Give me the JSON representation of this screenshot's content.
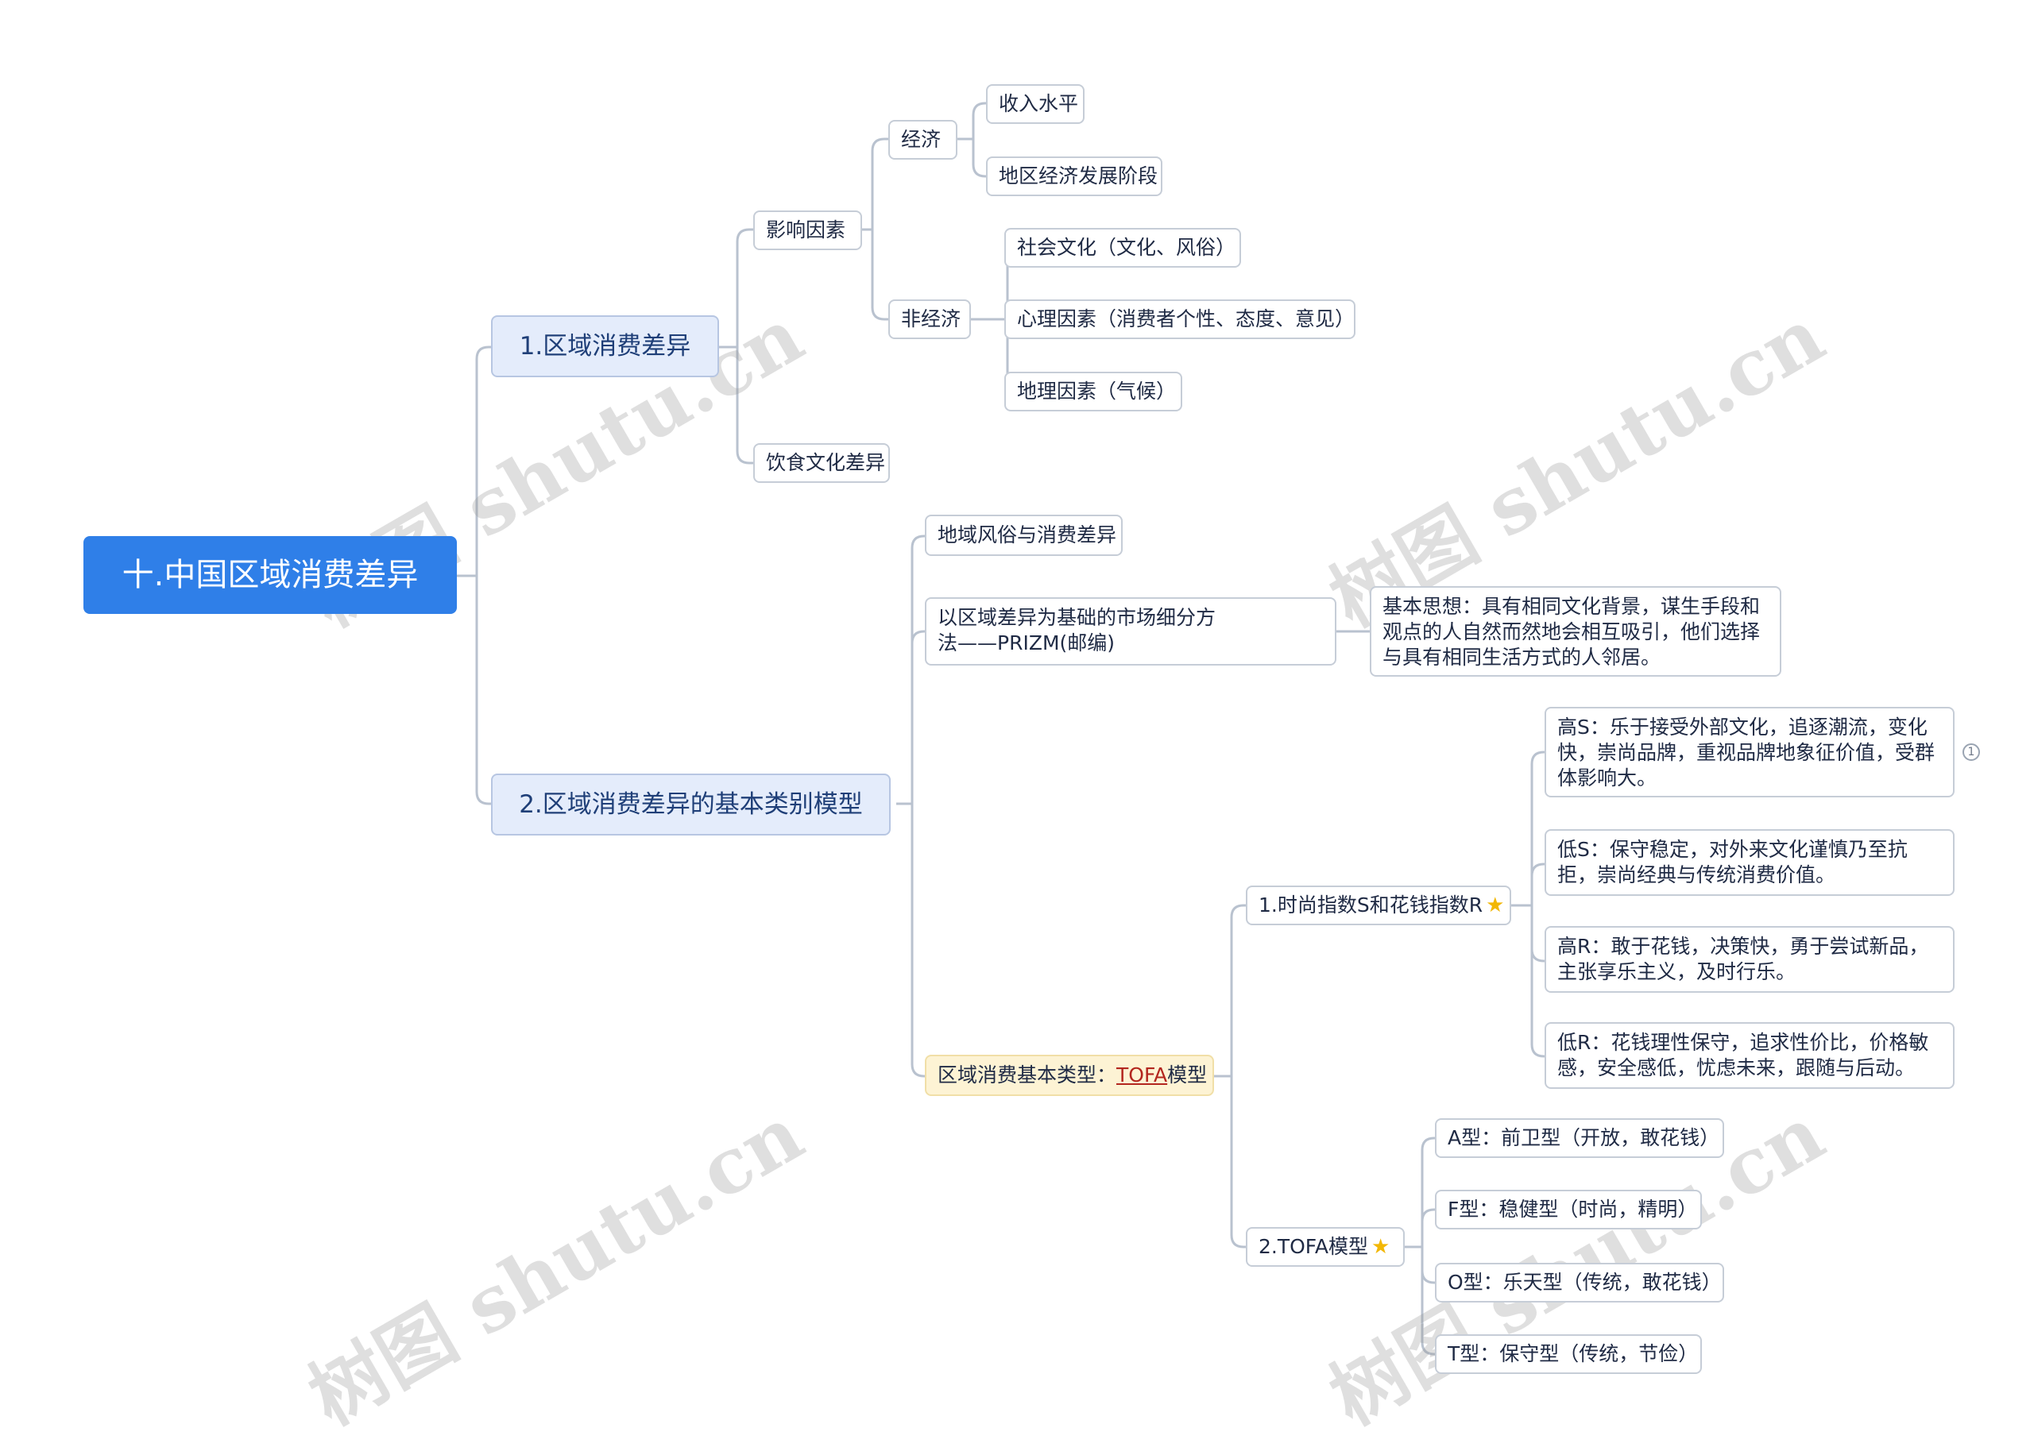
{
  "root": {
    "label": "十.中国区域消费差异"
  },
  "branch1": {
    "label": "1.区域消费差异",
    "factors": {
      "label": "影响因素",
      "economic": {
        "label": "经济",
        "items": [
          "收入水平",
          "地区经济发展阶段"
        ]
      },
      "non_economic": {
        "label": "非经济",
        "items": [
          "社会文化（文化、风俗）",
          "心理因素（消费者个性、态度、意见）",
          "地理因素（气候）"
        ]
      }
    },
    "food": {
      "label": "饮食文化差异"
    }
  },
  "branch2": {
    "label": "2.区域消费差异的基本类别模型",
    "customs": {
      "label": "地域风俗与消费差异"
    },
    "prizm": {
      "label": "以区域差异为基础的市场细分方法——PRIZM(邮编)",
      "idea": "基本思想：具有相同文化背景，谋生手段和观点的人自然而然地会相互吸引，他们选择与具有相同生活方式的人邻居。"
    },
    "basic_types": {
      "label_prefix": "区域消费基本类型：",
      "label_link": "TOFA",
      "label_suffix": "模型",
      "index_sr": {
        "label": "1.时尚指数S和花钱指数R",
        "star_icon": "★",
        "items": [
          "高S：乐于接受外部文化，追逐潮流，变化快，崇尚品牌，重视品牌地象征价值，受群体影响大。",
          "低S：保守稳定，对外来文化谨慎乃至抗拒，崇尚经典与传统消费价值。",
          "高R：敢于花钱，决策快，勇于尝试新品，主张享乐主义，及时行乐。",
          "低R：花钱理性保守，追求性价比，价格敏感，安全感低，忧虑未来，跟随与后动。"
        ],
        "collapsed_count": "1"
      },
      "tofa": {
        "label": "2.TOFA模型",
        "star_icon": "★",
        "items": [
          "A型：前卫型（开放，敢花钱）",
          "F型：稳健型（时尚，精明）",
          "O型：乐天型（传统，敢花钱）",
          "T型：保守型（传统，节俭）"
        ]
      }
    }
  },
  "watermark": "树图 shutu.cn",
  "colors": {
    "root_bg": "#2f7fe8",
    "level1_bg": "#e4ecfb",
    "highlight_bg": "#fdf3d4",
    "connector": "#b9c2cf"
  }
}
